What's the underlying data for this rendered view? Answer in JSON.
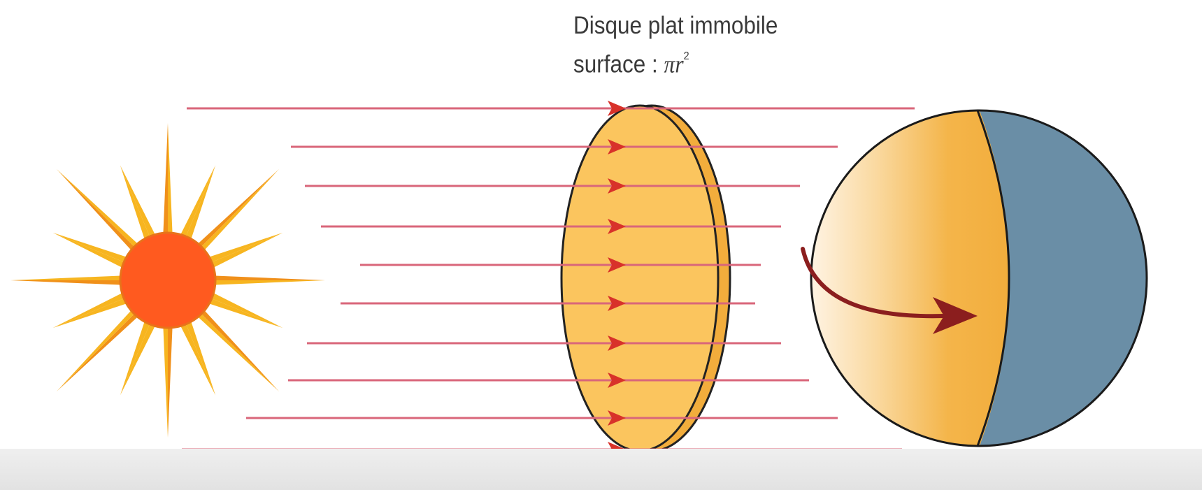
{
  "caption": {
    "line1": "Disque plat immobile",
    "line2_prefix": "surface : ",
    "line2_symbol": "πr",
    "line2_exponent": "2"
  },
  "colors": {
    "sun_core": "#ff5a1f",
    "sun_ray_inner": "#f7b520",
    "sun_ray_outer": "#f0901a",
    "disc_fill": "#fbc55e",
    "disc_rim": "#f2ad3c",
    "ray_line": "#d9667a",
    "ray_arrow": "#d8322a",
    "globe_day": "#f4b54a",
    "globe_night": "#6a8ea6",
    "rotation_arrow": "#8b1e1e"
  },
  "icons": {
    "sun": "sun-icon",
    "disc": "flat-disc",
    "globe": "earth-globe",
    "rotation": "rotation-arrow-icon"
  }
}
